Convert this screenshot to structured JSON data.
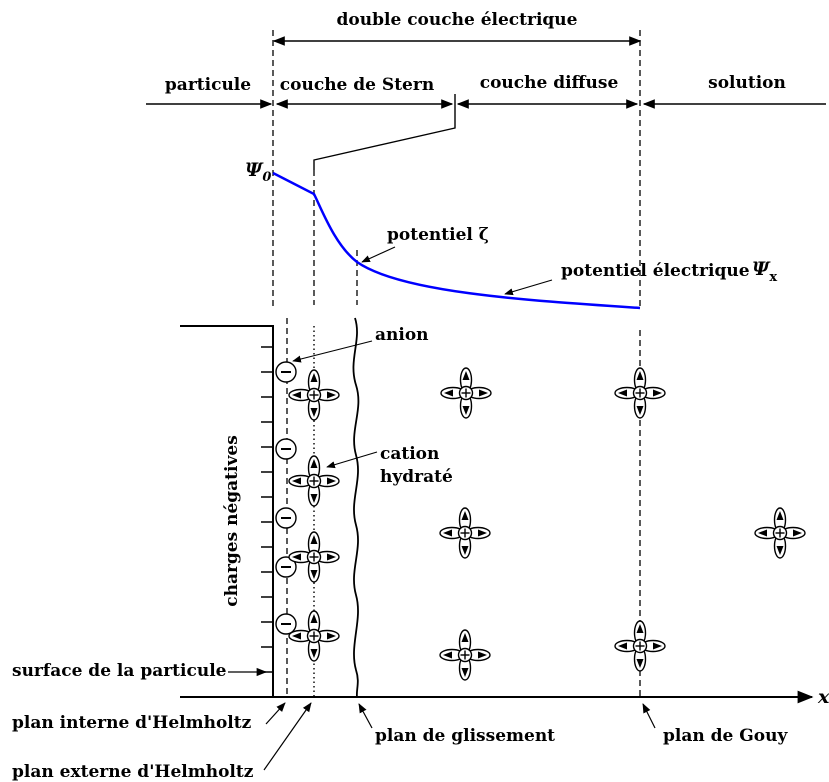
{
  "header": {
    "double_layer": "double couche électrique"
  },
  "regions": {
    "particle": "particule",
    "stern": "couche de Stern",
    "diffuse": "couche diffuse",
    "solution": "solution"
  },
  "potentials": {
    "psi0_symbol": "Ψ",
    "psi0_subscript": "0",
    "zeta": "potentiel ζ",
    "electric": "potentiel électrique",
    "psix_symbol": "Ψ",
    "psix_subscript": "x"
  },
  "labels": {
    "anion": "anion",
    "cation_line1": "cation",
    "cation_line2": "hydraté",
    "negative_charges": "charges négatives",
    "particle_surface": "surface de la particule",
    "inner_helmholtz": "plan interne d'Helmholtz",
    "outer_helmholtz": "plan externe d'Helmholtz",
    "slip_plane": "plan de glissement",
    "gouy_plane": "plan de Gouy",
    "x_axis": "x",
    "minus_sign": "−"
  },
  "colors": {
    "potential_curve": "#0000ff",
    "ink": "#000000"
  },
  "icons": {
    "anion": "circled-minus-icon",
    "hydrated_cation": "hydrated-cation-icon"
  }
}
